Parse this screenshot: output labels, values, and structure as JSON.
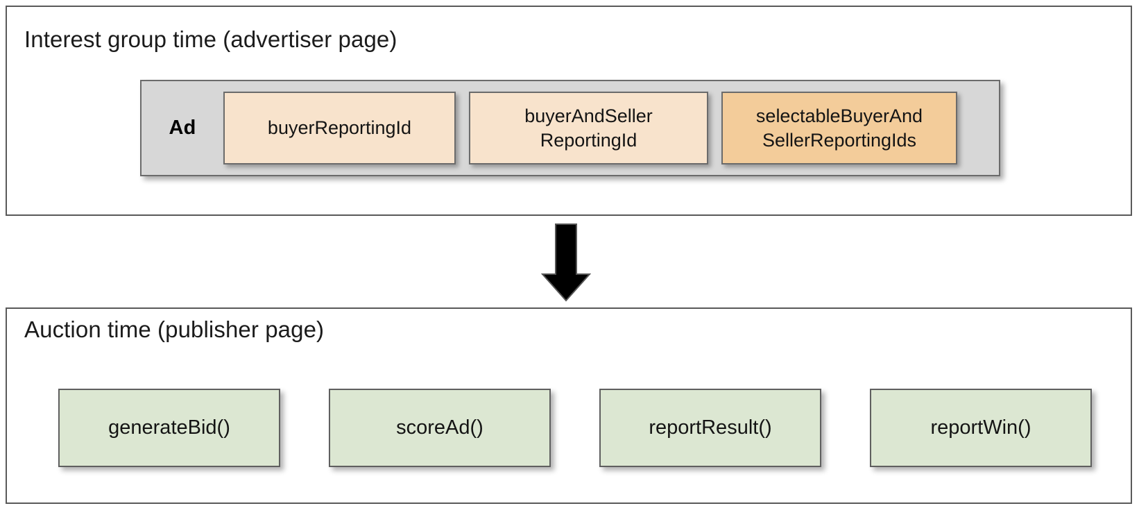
{
  "diagram": {
    "title_advertiser": "Interest group time (advertiser page)",
    "title_publisher": "Auction time (publisher page)",
    "arrow": {
      "icon": "down-arrow-icon",
      "direction": "down"
    },
    "colors": {
      "panel_border": "#595959",
      "ad_container_fill": "#d7d7d7",
      "reporting_light": "#f8e3cc",
      "reporting_dark": "#f3cc9a",
      "function_fill": "#dce7d2",
      "arrow_fill": "#000000",
      "text": "#141414",
      "background": "#ffffff"
    }
  },
  "advertiser_section": {
    "title": "Interest group time (advertiser page)",
    "ad_label": "Ad",
    "reporting_fields": [
      {
        "label": "buyerReportingId",
        "fill": "#f8e3cc"
      },
      {
        "label": "buyerAndSeller\nReportingId",
        "line1": "buyerAndSeller",
        "line2": "ReportingId",
        "fill": "#f8e3cc"
      },
      {
        "label": "selectableBuyerAnd\nSellerReportingIds",
        "line1": "selectableBuyerAnd",
        "line2": "SellerReportingIds",
        "fill": "#f3cc9a"
      }
    ]
  },
  "publisher_section": {
    "title": "Auction time (publisher page)",
    "functions": [
      {
        "label": "generateBid()"
      },
      {
        "label": "scoreAd()"
      },
      {
        "label": "reportResult()"
      },
      {
        "label": "reportWin()"
      }
    ]
  }
}
